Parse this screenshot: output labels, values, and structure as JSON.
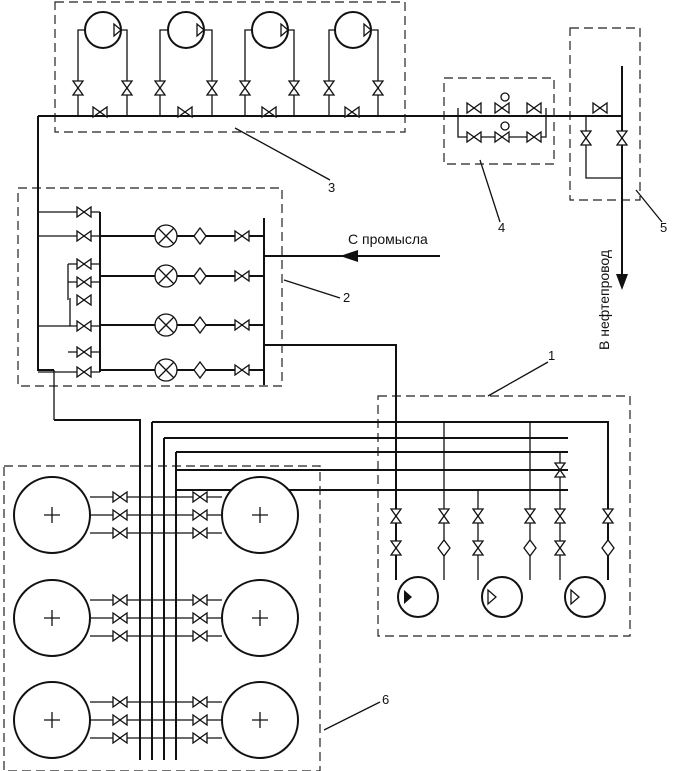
{
  "labels": {
    "from_field": "С промысла",
    "to_pipeline": "В нефтепровод",
    "n1": "1",
    "n2": "2",
    "n3": "3",
    "n4": "4",
    "n5": "5",
    "n6": "6"
  }
}
